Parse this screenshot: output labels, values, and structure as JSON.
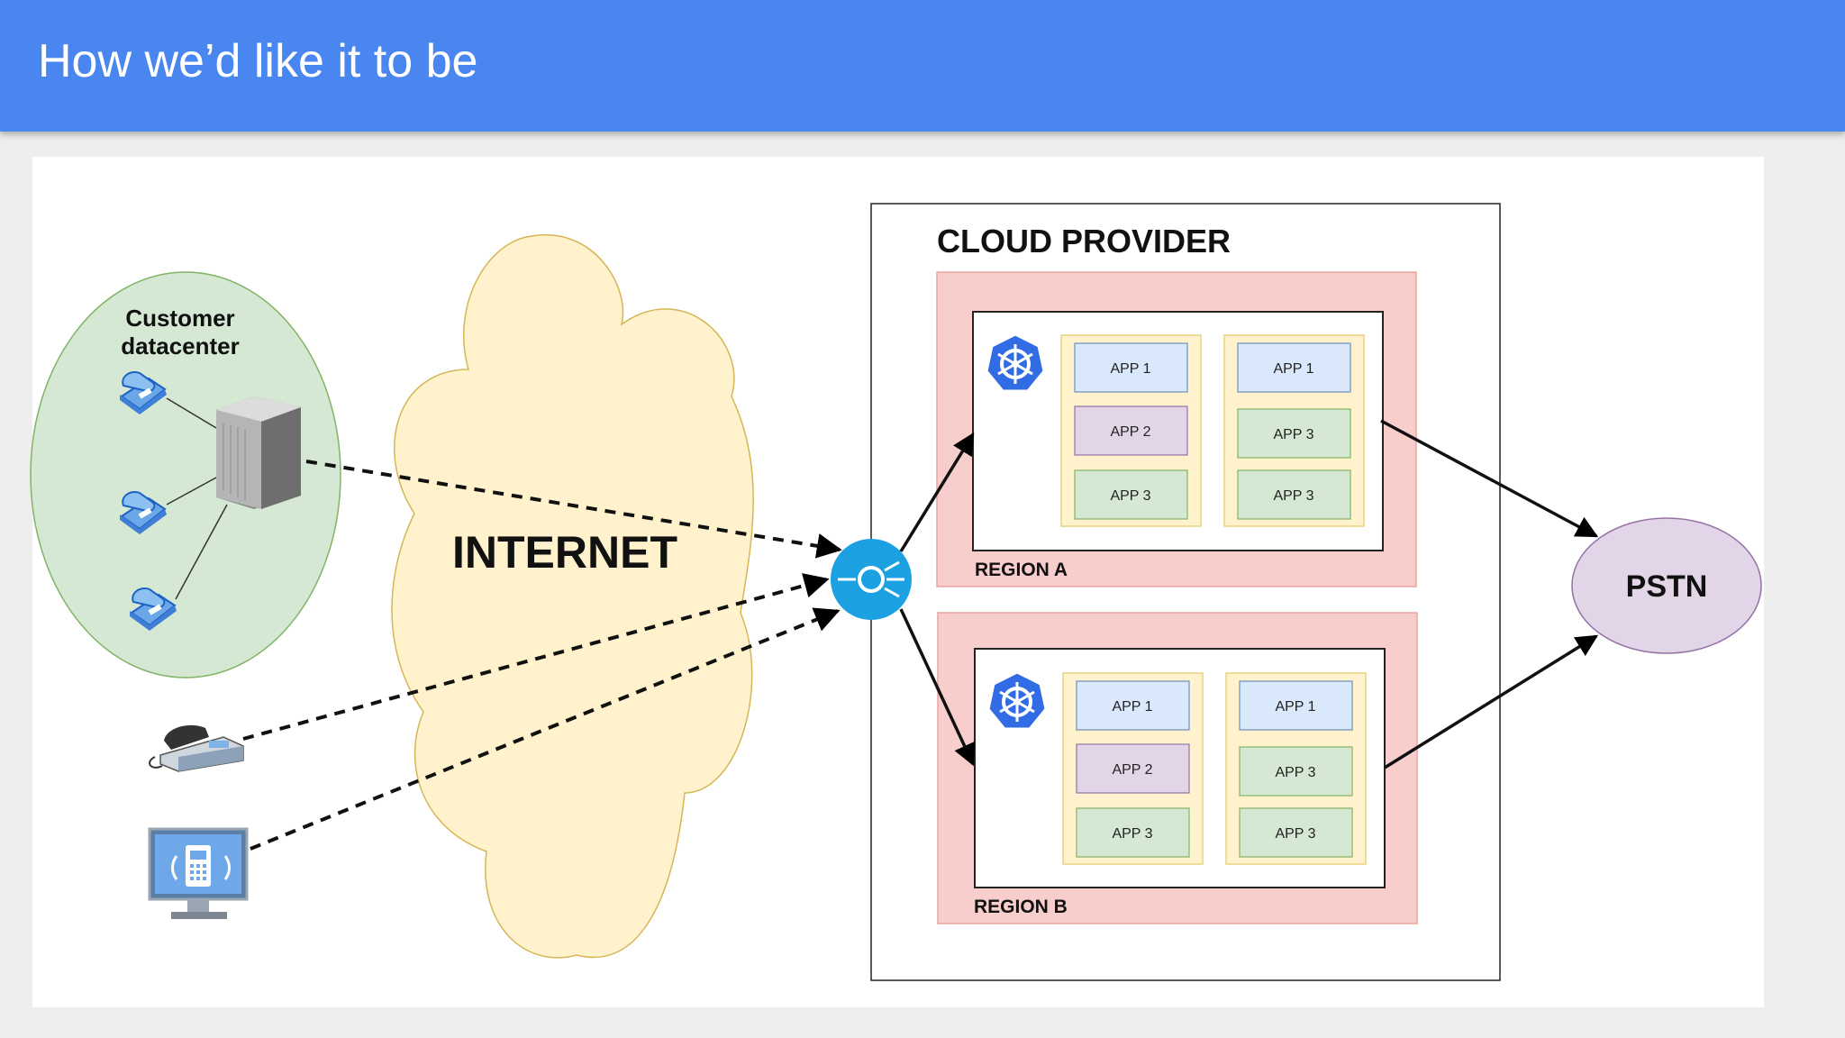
{
  "slide": {
    "title": "How we’d like it to be"
  },
  "diagram": {
    "customer_datacenter": {
      "label_line1": "Customer",
      "label_line2": "datacenter"
    },
    "internet": {
      "label": "INTERNET"
    },
    "cloud_provider": {
      "label": "CLOUD PROVIDER"
    },
    "regions": [
      {
        "label": "REGION A",
        "columns": [
          [
            "APP 1",
            "APP 2",
            "APP 3"
          ],
          [
            "APP 1",
            "APP 3",
            "APP 3"
          ]
        ]
      },
      {
        "label": "REGION B",
        "columns": [
          [
            "APP 1",
            "APP 2",
            "APP 3"
          ],
          [
            "APP 1",
            "APP 3",
            "APP 3"
          ]
        ]
      }
    ],
    "pstn": {
      "label": "PSTN"
    },
    "icons": [
      "ip-phone-icon",
      "server-icon",
      "desk-phone-icon",
      "softphone-monitor-icon",
      "load-balancer-icon",
      "kubernetes-icon"
    ],
    "colors": {
      "header": "#4a86f0",
      "datacenter_fill": "#d5e8d4",
      "cloud_fill": "#fff2cc",
      "region_fill": "#f8cecc",
      "app_blue": "#dae8fc",
      "app_purple": "#e1d5e7",
      "app_green": "#d5e8d4",
      "pstn_fill": "#e1d5e7",
      "load_balancer": "#1ba1e2",
      "kubernetes": "#326ce5"
    }
  }
}
